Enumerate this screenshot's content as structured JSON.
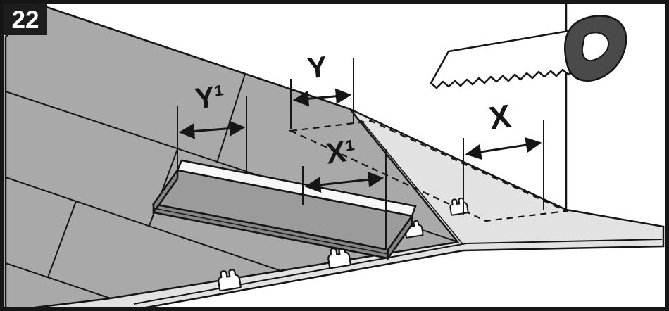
{
  "figure": {
    "step_number": "22",
    "dimension_labels": {
      "y1": "Y¹",
      "y": "Y",
      "x1": "X¹",
      "x": "X"
    }
  },
  "icons": {
    "saw": "handsaw-icon",
    "clip": "floor-clip-icon"
  },
  "colors": {
    "outline": "#161616",
    "badge_bg": "#1d1d1d",
    "badge_text": "#ffffff",
    "wall": "#ffffff",
    "subfloor": "#e2e2e2",
    "installed_floor": "#a9a9a9",
    "plank_top": "#9b9b9b",
    "plank_side": "#858585",
    "underlay_strip": "#f7f7f7",
    "saw_blade": "#ffffff",
    "saw_handle": "#4a4a4a"
  }
}
